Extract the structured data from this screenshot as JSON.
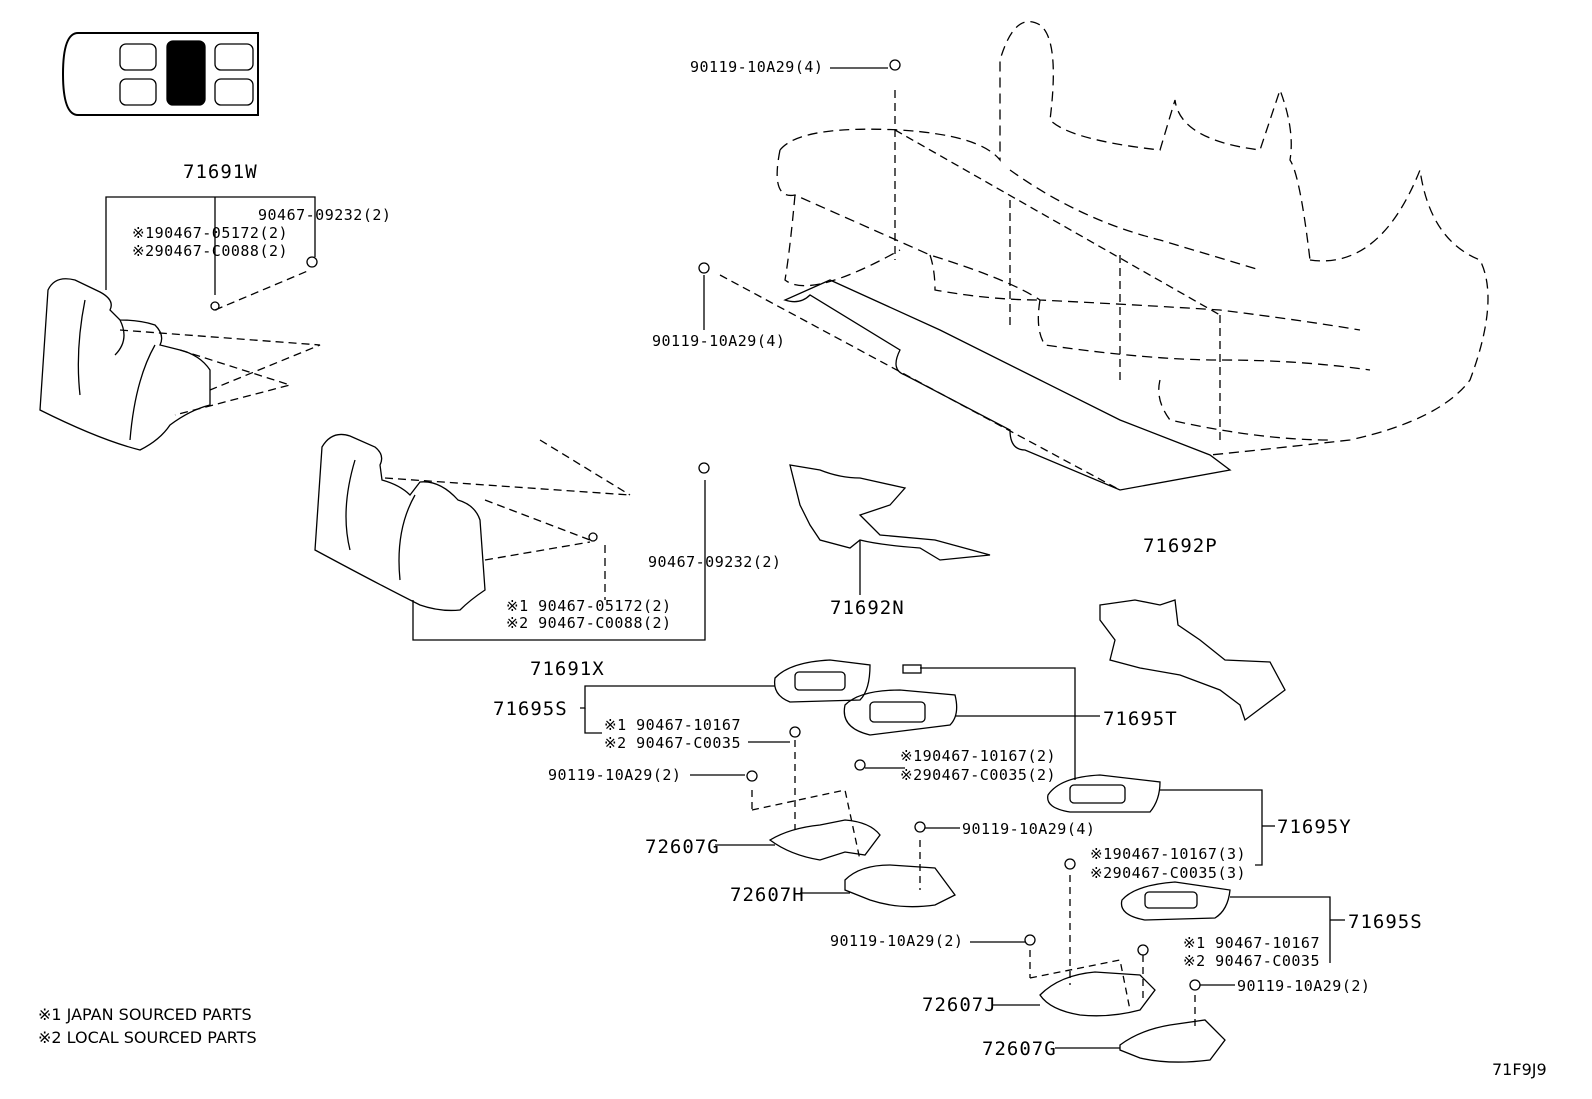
{
  "parts": {
    "p71691W": "71691W",
    "p71691X": "71691X",
    "p71692N": "71692N",
    "p71692P": "71692P",
    "p71695S_a": "71695S",
    "p71695T": "71695T",
    "p71695Y": "71695Y",
    "p71695S_b": "71695S",
    "p72607G_a": "72607G",
    "p72607H": "72607H",
    "p72607J": "72607J",
    "p72607G_b": "72607G"
  },
  "callouts": {
    "w_clip": "90467-09232(2)",
    "w_j": "※190467-05172(2)",
    "w_l": "※290467-C0088(2)",
    "top_bolt": "90119-10A29(4)",
    "left_bolt": "90119-10A29(4)",
    "x_clip": "90467-09232(2)",
    "x_j": "※1 90467-05172(2)",
    "x_l": "※2 90467-C0088(2)",
    "s_j": "※1 90467-10167",
    "s_l": "※2 90467-C0035",
    "g_bolt": "90119-10A29(2)",
    "t_j": "※190467-10167(2)",
    "t_l": "※290467-C0035(2)",
    "h_bolt": "90119-10A29(4)",
    "y_j": "※190467-10167(3)",
    "y_l": "※290467-C0035(3)",
    "j_bolt": "90119-10A29(2)",
    "s2_j": "※1 90467-10167",
    "s2_l": "※2 90467-C0035",
    "g2_bolt": "90119-10A29(2)"
  },
  "notes": {
    "japan": "※1 JAPAN SOURCED PARTS",
    "local": "※2 LOCAL SOURCED PARTS"
  },
  "diagram_code": "71F9J9"
}
